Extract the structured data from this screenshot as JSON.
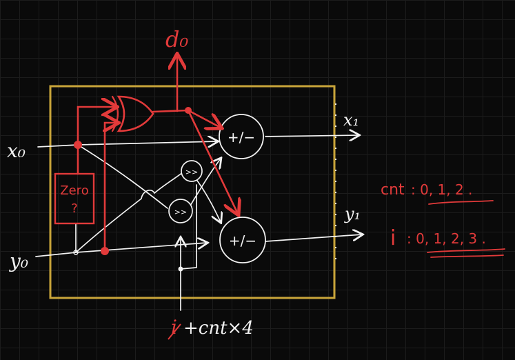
{
  "colors": {
    "background": "#0a0a0a",
    "grid": "#1c1c1c",
    "wire": "#f2f2f2",
    "control": "#e23a3a",
    "block_border": "#c9a53a"
  },
  "labels": {
    "d_out": "d₀",
    "x_in": "x₀",
    "y_in": "y₀",
    "x_out": "x₁",
    "y_out": "y₁",
    "zero_line1": "Zero",
    "zero_line2": "?",
    "adder_top": "+/−",
    "adder_bottom": "+/−",
    "shift_top": ">>",
    "shift_bottom": ">>",
    "shift_amount_i": "i",
    "shift_amount_rest": "+cnt×4"
  },
  "notes": {
    "cnt_label": "cnt",
    "cnt_values": ": 0, 1, 2 .",
    "i_label": "i",
    "i_values": ": 0, 1, 2, 3 ."
  }
}
